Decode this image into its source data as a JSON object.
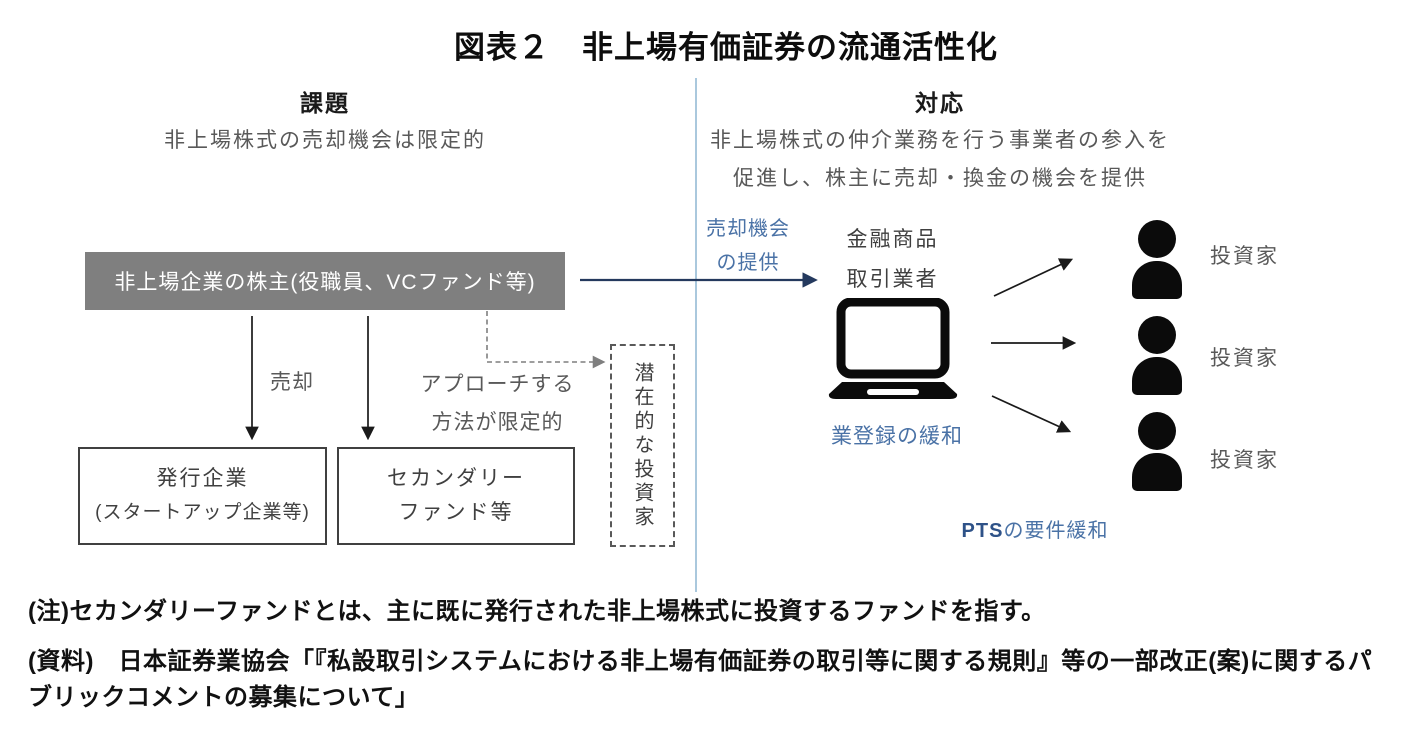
{
  "title": "図表２　非上場有価証券の流通活性化",
  "left": {
    "header": "課題",
    "subtitle": "非上場株式の売却機会は限定的",
    "shareholder_box": "非上場企業の株主(役職員、VCファンド等)",
    "sell_arrow_label": "売却",
    "approach_line1": "アプローチする",
    "approach_line2": "方法が限定的",
    "issuer_box": {
      "line1": "発行企業",
      "line2": "(スタートアップ企業等)"
    },
    "secondary_box": {
      "line1": "セカンダリー",
      "line2": "ファンド等"
    },
    "potential_investor_box": "潜在的な投資家"
  },
  "right": {
    "header": "対応",
    "subtitle_line1": "非上場株式の仲介業務を行う事業者の参入を",
    "subtitle_line2": "促進し、株主に売却・換金の機会を提供",
    "sell_opportunity_line1": "売却機会",
    "sell_opportunity_line2": "の提供",
    "broker_line1": "金融商品",
    "broker_line2": "取引業者",
    "registration_note": "業登録の緩和",
    "pts_bold": "PTS",
    "pts_rest": "の要件緩和",
    "investors": [
      "投資家",
      "投資家",
      "投資家"
    ]
  },
  "notes": {
    "note": "(注)セカンダリーファンドとは、主に既に発行された非上場株式に投資するファンドを指す。",
    "source": "(資料)　日本証券業協会「『私設取引システムにおける非上場有価証券の取引等に関する規則』等の一部改正(案)に関するパブリックコメントの募集について」"
  },
  "colors": {
    "accent_blue": "#4a72a6",
    "arrow_navy": "#24395e",
    "divider_blue": "#aac8dd",
    "shareholder_gray": "#7f7f7f",
    "body_gray": "#595959"
  }
}
